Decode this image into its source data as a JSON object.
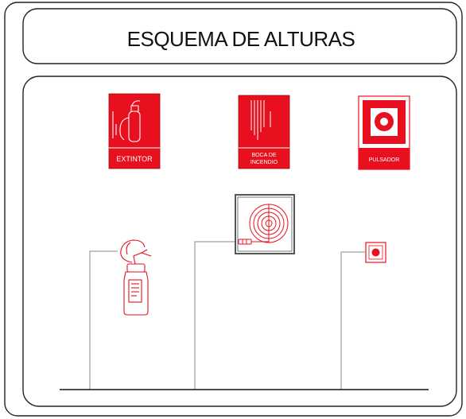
{
  "title": "ESQUEMA DE ALTURAS",
  "colors": {
    "sign_red": "#e8101e",
    "outline": "#222222",
    "leader": "#8a8a8a",
    "hose_box": "#555555"
  },
  "signs": [
    {
      "id": "extintor",
      "label": "EXTINTOR",
      "icon": "fire-extinguisher-icon"
    },
    {
      "id": "boca",
      "label_line1": "BOCA DE",
      "label_line2": "INCENDIO",
      "icon": "fire-hose-icon"
    },
    {
      "id": "pulsador",
      "label": "PULSADOR",
      "icon": "alarm-button-icon"
    }
  ],
  "equipment": [
    {
      "id": "extintor",
      "icon": "fire-extinguisher-icon"
    },
    {
      "id": "boca",
      "icon": "fire-hose-reel-icon"
    },
    {
      "id": "pulsador",
      "icon": "fire-alarm-pushbutton-icon"
    }
  ]
}
